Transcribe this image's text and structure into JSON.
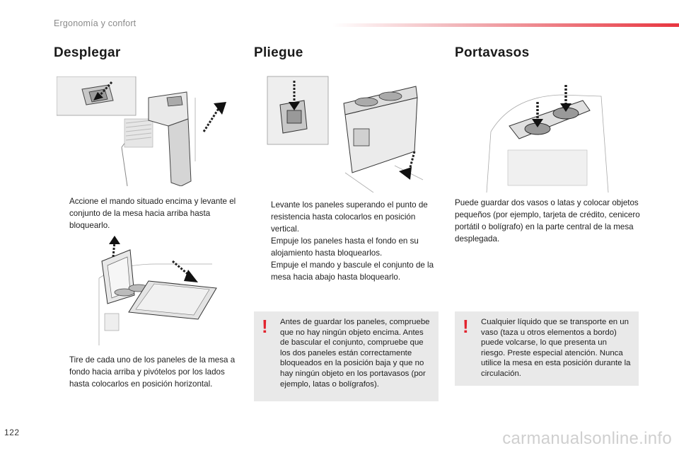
{
  "header": {
    "title": "Ergonomía y confort"
  },
  "sections": {
    "desplegar": {
      "title": "Desplegar",
      "steps": [
        "Accione el mando situado encima y levante el conjunto de la mesa hacia arriba hasta bloquearlo.",
        "Tire de cada uno de los paneles de la mesa a fondo hacia arriba y pivótelos por los lados hasta colocarlos en posición horizontal."
      ]
    },
    "pliegue": {
      "title": "Pliegue",
      "steps": [
        "Levante los paneles superando el punto de resistencia hasta colocarlos en posición vertical.",
        "Empuje los paneles hasta el fondo en su alojamiento hasta bloquearlos.",
        "Empuje el mando y bascule el conjunto de la mesa hacia abajo hasta bloquearlo."
      ],
      "warning": "Antes de guardar los paneles, compruebe que no hay ningún objeto encima. Antes de bascular el conjunto, compruebe que los dos paneles están correctamente bloqueados en la posición baja y que no hay ningún objeto en los portavasos (por ejemplo, latas o bolígrafos)."
    },
    "portavasos": {
      "title": "Portavasos",
      "text": "Puede guardar dos vasos o latas y colocar objetos pequeños (por ejemplo, tarjeta de crédito, cenicero portátil o bolígrafo) en la parte central de la mesa desplegada.",
      "warning": "Cualquier líquido que se transporte en un vaso (taza u otros elementos a bordo) puede volcarse, lo que presenta un riesgo. Preste especial atención. Nunca utilice la mesa en esta posición durante la circulación."
    }
  },
  "bullet_glyph": "",
  "warning_glyph": "!",
  "footer": {
    "page_number": "122",
    "watermark": "carmanualsonline.info"
  },
  "colors": {
    "accent": "#e8353f",
    "warning_mark": "#e2232e",
    "warning_bg": "#e9e9e9"
  }
}
